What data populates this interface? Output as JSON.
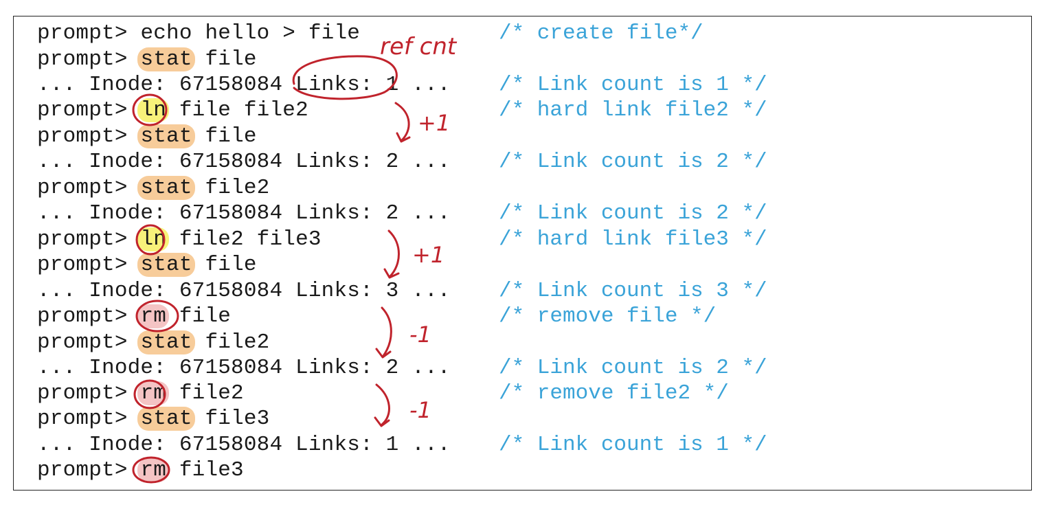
{
  "lines": [
    {
      "pre": "prompt> ",
      "cmd": "",
      "post": "echo hello > file",
      "comment": "/* create file*/",
      "hl": ""
    },
    {
      "pre": "prompt> ",
      "cmd": "stat",
      "post": " file",
      "comment": "",
      "hl": "orange"
    },
    {
      "pre": "... Inode: 67158084 Links: 1 ...",
      "cmd": "",
      "post": "",
      "comment": "/* Link count is 1 */",
      "hl": ""
    },
    {
      "pre": "prompt> ",
      "cmd": "ln",
      "post": " file file2",
      "comment": "/* hard link file2 */",
      "hl": "yellow"
    },
    {
      "pre": "prompt> ",
      "cmd": "stat",
      "post": " file",
      "comment": "",
      "hl": "orange"
    },
    {
      "pre": "... Inode: 67158084 Links: 2 ...",
      "cmd": "",
      "post": "",
      "comment": "/* Link count is 2 */",
      "hl": ""
    },
    {
      "pre": "prompt> ",
      "cmd": "stat",
      "post": " file2",
      "comment": "",
      "hl": "orange"
    },
    {
      "pre": "... Inode: 67158084 Links: 2 ...",
      "cmd": "",
      "post": "",
      "comment": "/* Link count is 2 */",
      "hl": ""
    },
    {
      "pre": "prompt> ",
      "cmd": "ln",
      "post": " file2 file3",
      "comment": "/* hard link file3 */",
      "hl": "yellow"
    },
    {
      "pre": "prompt> ",
      "cmd": "stat",
      "post": " file",
      "comment": "",
      "hl": "orange"
    },
    {
      "pre": "... Inode: 67158084 Links: 3 ...",
      "cmd": "",
      "post": "",
      "comment": "/* Link count is 3 */",
      "hl": ""
    },
    {
      "pre": "prompt> ",
      "cmd": "rm",
      "post": " file",
      "comment": "/* remove file */",
      "hl": "pink"
    },
    {
      "pre": "prompt> ",
      "cmd": "stat",
      "post": " file2",
      "comment": "",
      "hl": "orange"
    },
    {
      "pre": "... Inode: 67158084 Links: 2 ...",
      "cmd": "",
      "post": "",
      "comment": "/* Link count is 2 */",
      "hl": ""
    },
    {
      "pre": "prompt> ",
      "cmd": "rm",
      "post": " file2",
      "comment": "/* remove file2 */",
      "hl": "pink"
    },
    {
      "pre": "prompt> ",
      "cmd": "stat",
      "post": " file3",
      "comment": "",
      "hl": "orange"
    },
    {
      "pre": "... Inode: 67158084 Links: 1 ...",
      "cmd": "",
      "post": "",
      "comment": "/* Link count is 1 */",
      "hl": ""
    },
    {
      "pre": "prompt> ",
      "cmd": "rm",
      "post": " file3",
      "comment": "",
      "hl": "pink"
    }
  ],
  "annotations": {
    "refcnt": "ref cnt",
    "plus1a": "+1",
    "plus1b": "+1",
    "minus1a": "-1",
    "minus1b": "-1"
  },
  "colors": {
    "ink": "#c0232c",
    "comment": "#3aa3d8",
    "hl_orange": "#f7cc9a",
    "hl_yellow": "#f8f27a",
    "hl_pink": "#f4c4c4"
  }
}
